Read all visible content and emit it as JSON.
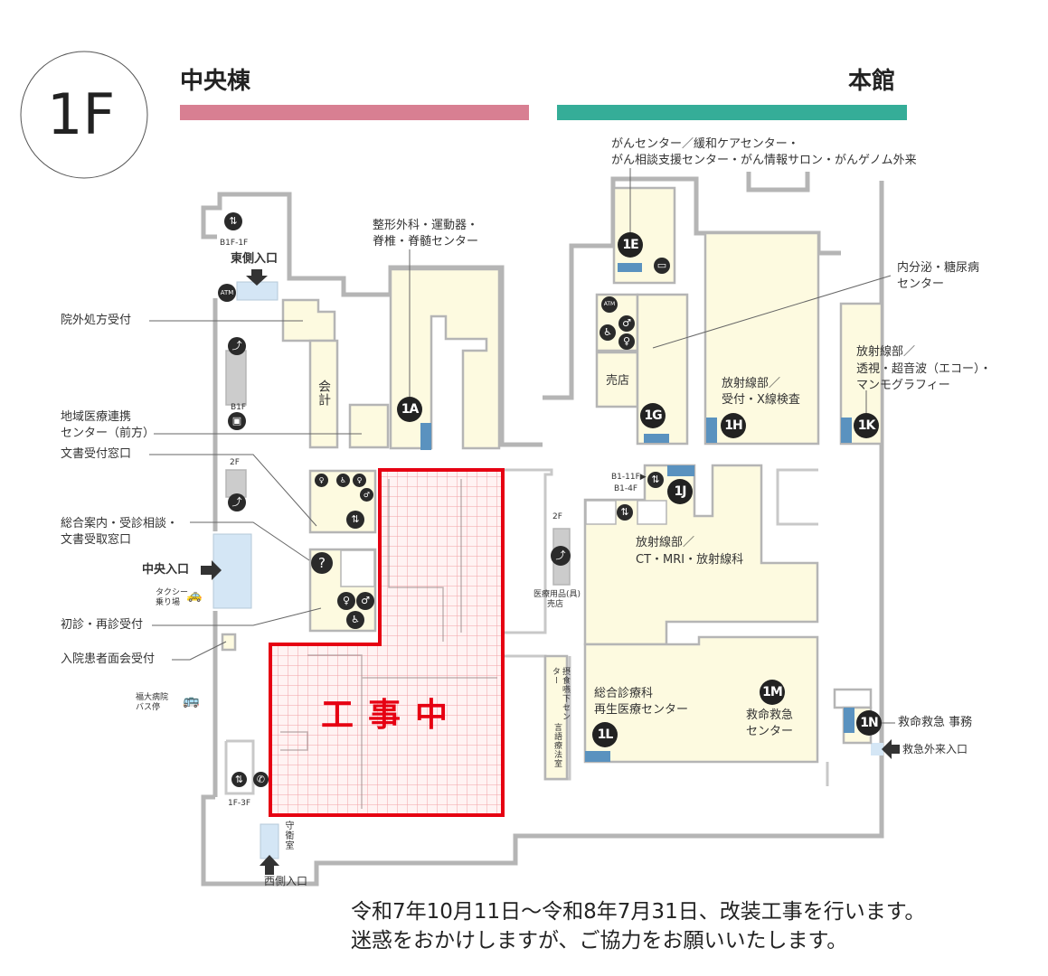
{
  "floor": "1F",
  "buildings": {
    "central": {
      "name": "中央棟",
      "color": "#d87f92"
    },
    "main": {
      "name": "本館",
      "color": "#35ad98"
    }
  },
  "colors": {
    "room": "#fdfae0",
    "wall": "#b5b5b5",
    "entrance": "#d4e6f5",
    "marker": "#5a92bf",
    "construction": "#e60012"
  },
  "construction": {
    "label": "工事中"
  },
  "notice": {
    "line1": "令和7年10月11日～令和8年7月31日、改装工事を行います。",
    "line2": "迷惑をおかけしますが、ご協力をお願いいたします。"
  },
  "central_labels": {
    "outpatient_prescription": "院外処方受付",
    "regional_1": "地域医療連携",
    "regional_2": "センター（前方）",
    "document_reception": "文書受付窓口",
    "info_1": "総合案内・受診相談・",
    "info_2": "文書受取窓口",
    "central_entrance": "中央入口",
    "taxi_1": "タクシー",
    "taxi_2": "乗り場",
    "first_visit": "初診・再診受付",
    "visitor_reception": "入院患者面会受付",
    "bus_1": "福大病院",
    "bus_2": "バス停",
    "east_entrance": "東側入口",
    "west_entrance": "西側入口",
    "accounting": "会計",
    "guard_room": "守衛室",
    "ortho_1": "整形外科・運動器・",
    "ortho_2": "脊椎・脊髄センター",
    "elev_b1f_1f": "B1F-1F",
    "esc_b1f": "B1F",
    "esc_2f": "2F",
    "elev_1f_3f": "1F-3F",
    "atm": "ATM"
  },
  "main_labels": {
    "cancer_1": "がんセンター／緩和ケアセンター・",
    "cancer_2": "がん相談支援センター・がん情報サロン・がんゲノム外来",
    "endocrine_1": "内分泌・糖尿病",
    "endocrine_2": "センター",
    "radiology_k_1": "放射線部／",
    "radiology_k_2": "透視・超音波（エコー）・",
    "radiology_k_3": "マンモグラフィー",
    "radiology_h_1": "放射線部／",
    "radiology_h_2": "受付・X線検査",
    "shop": "売店",
    "radiology_ct_1": "放射線部／",
    "radiology_ct_2": "CT・MRI・放射線科",
    "general_1": "総合診療科",
    "general_2": "再生医療センター",
    "emergency_1": "救命救急",
    "emergency_2": "センター",
    "emergency_office": "救命救急 事務",
    "emergency_entrance": "救急外来入口",
    "swallow": "摂食嚥下センター",
    "speech": "言語療法室",
    "medical_shop_1": "医療用品(具)",
    "medical_shop_2": "売店",
    "elev_b1_11f": "B1-11F▶",
    "elev_b1_4f": "B1-4F",
    "esc_2f": "2F",
    "atm": "ATM"
  },
  "badges": [
    "1A",
    "1E",
    "1G",
    "1H",
    "1K",
    "1J",
    "1L",
    "1M",
    "1N"
  ]
}
